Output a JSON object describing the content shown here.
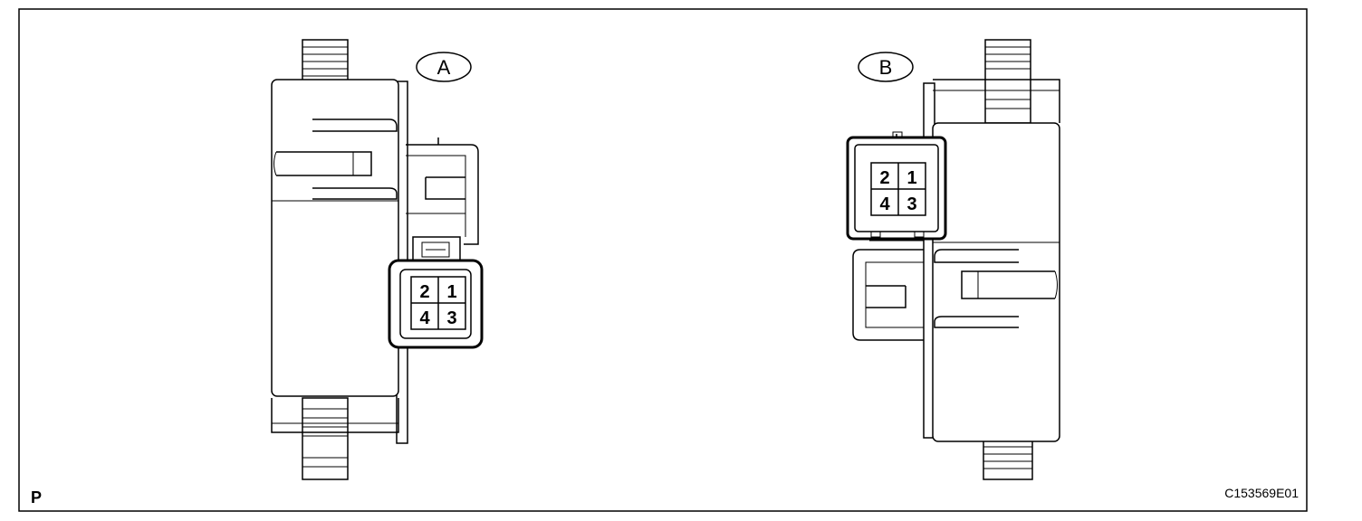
{
  "views": [
    {
      "label": "A",
      "pins": [
        "2",
        "1",
        "4",
        "3"
      ]
    },
    {
      "label": "B",
      "pins": [
        "2",
        "1",
        "4",
        "3"
      ]
    }
  ],
  "corner_mark": "P",
  "figure_code": "C153569E01"
}
